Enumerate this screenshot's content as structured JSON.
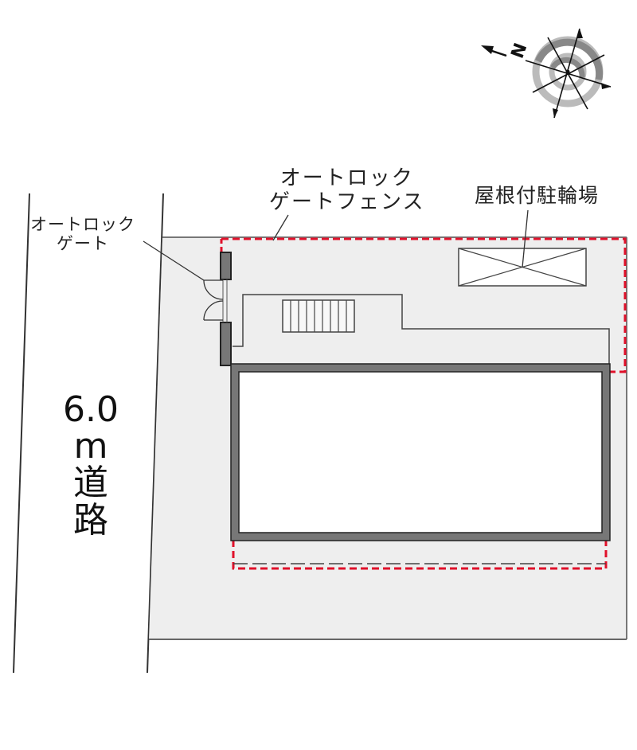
{
  "labels": {
    "autolock_gate_fence": [
      "オートロック",
      "ゲートフェンス"
    ],
    "autolock_gate": [
      "オートロック",
      "ゲート"
    ],
    "covered_bicycle_parking": "屋根付駐輪場",
    "road": {
      "width": "6.0",
      "unit": "m",
      "chars": [
        "道",
        "路"
      ]
    }
  },
  "compass": {
    "label": "N"
  },
  "colors": {
    "site": "#eeeeee",
    "fence": "#e0102a",
    "wall": "#777777",
    "line": "#333333"
  }
}
